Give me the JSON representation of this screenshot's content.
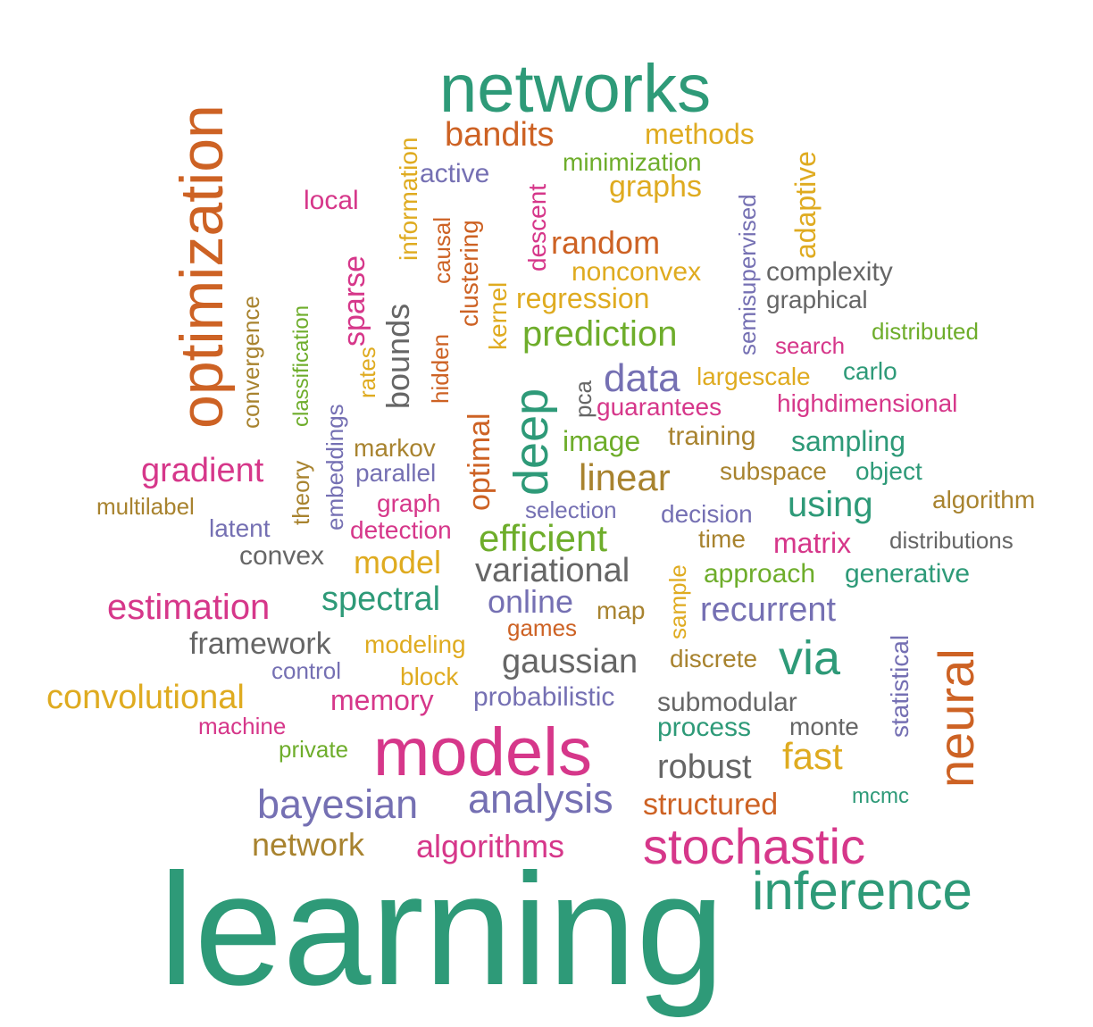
{
  "colors": {
    "green": "#2e9a78",
    "orange": "#cd6224",
    "purple": "#7570b3",
    "pink": "#d6378a",
    "lime": "#6ead2b",
    "gold": "#dfab20",
    "brown": "#a8832f",
    "gray": "#666666"
  },
  "words": {
    "learning": "learning",
    "networks": "networks",
    "optimization": "optimization",
    "models": "models",
    "neural": "neural",
    "inference": "inference",
    "stochastic": "stochastic",
    "bayesian": "bayesian",
    "analysis": "analysis",
    "deep": "deep",
    "via": "via",
    "linear": "linear",
    "convolutional": "convolutional",
    "estimation": "estimation",
    "prediction": "prediction",
    "data": "data",
    "efficient": "efficient",
    "variational": "variational",
    "gaussian": "gaussian",
    "spectral": "spectral",
    "using": "using",
    "recurrent": "recurrent",
    "random": "random",
    "bandits": "bandits",
    "gradient": "gradient",
    "model": "model",
    "online": "online",
    "network": "network",
    "algorithms": "algorithms",
    "robust": "robust",
    "fast": "fast",
    "structured": "structured",
    "graphs": "graphs",
    "optimal": "optimal",
    "framework": "framework",
    "sparse": "sparse",
    "bounds": "bounds",
    "complexity": "complexity",
    "regression": "regression",
    "nonconvex": "nonconvex",
    "methods": "methods",
    "minimization": "minimization",
    "active": "active",
    "local": "local",
    "information": "information",
    "convergence": "convergence",
    "classification": "classification",
    "embeddings": "embeddings",
    "rates": "rates",
    "causal": "causal",
    "clustering": "clustering",
    "kernel": "kernel",
    "descent": "descent",
    "hidden": "hidden",
    "semisupervised": "semisupervised",
    "adaptive": "adaptive",
    "graphical": "graphical",
    "distributed": "distributed",
    "search": "search",
    "carlo": "carlo",
    "largescale": "largescale",
    "pca": "pca",
    "guarantees": "guarantees",
    "highdimensional": "highdimensional",
    "image": "image",
    "training": "training",
    "sampling": "sampling",
    "markov": "markov",
    "parallel": "parallel",
    "theory": "theory",
    "subspace": "subspace",
    "object": "object",
    "multilabel": "multilabel",
    "graph": "graph",
    "algorithm": "algorithm",
    "latent": "latent",
    "selection": "selection",
    "decision": "decision",
    "detection": "detection",
    "time": "time",
    "matrix": "matrix",
    "distributions": "distributions",
    "convex": "convex",
    "sample": "sample",
    "approach": "approach",
    "generative": "generative",
    "map": "map",
    "games": "games",
    "modeling": "modeling",
    "control": "control",
    "block": "block",
    "discrete": "discrete",
    "statistical": "statistical",
    "memory": "memory",
    "probabilistic": "probabilistic",
    "submodular": "submodular",
    "machine": "machine",
    "process": "process",
    "monte": "monte",
    "private": "private",
    "mcmc": "mcmc"
  }
}
